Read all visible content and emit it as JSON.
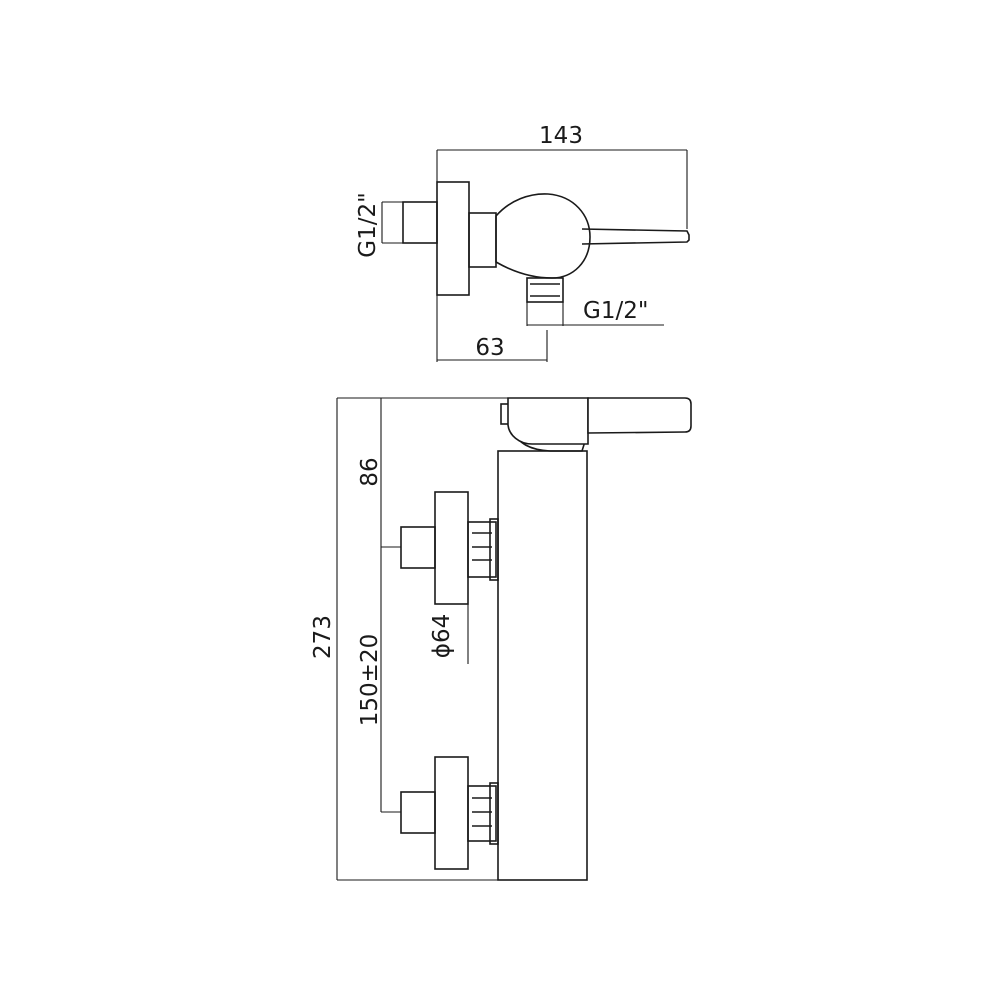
{
  "top_view": {
    "dim_width": "143",
    "dim_inlet_offset": "63",
    "thread_wall": "G1/2\"",
    "thread_outlet": "G1/2\""
  },
  "front_view": {
    "dim_total_height": "273",
    "dim_top_to_inlet": "86",
    "dim_inlet_spacing": "150±20",
    "dim_flange_diameter": "ϕ64"
  },
  "colors": {
    "line": "#1a1a1a",
    "background": "#ffffff"
  }
}
